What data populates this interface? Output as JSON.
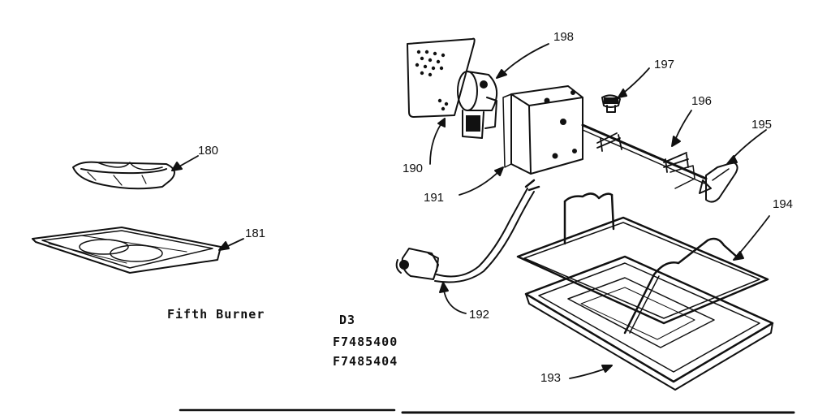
{
  "title": "Fifth Burner",
  "model": {
    "code": "D3",
    "numbers": [
      "F7485400",
      "F7485404"
    ]
  },
  "parts": {
    "p180": "180",
    "p181": "181",
    "p190": "190",
    "p191": "191",
    "p192": "192",
    "p193": "193",
    "p194": "194",
    "p195": "195",
    "p196": "196",
    "p197": "197",
    "p198": "198"
  }
}
